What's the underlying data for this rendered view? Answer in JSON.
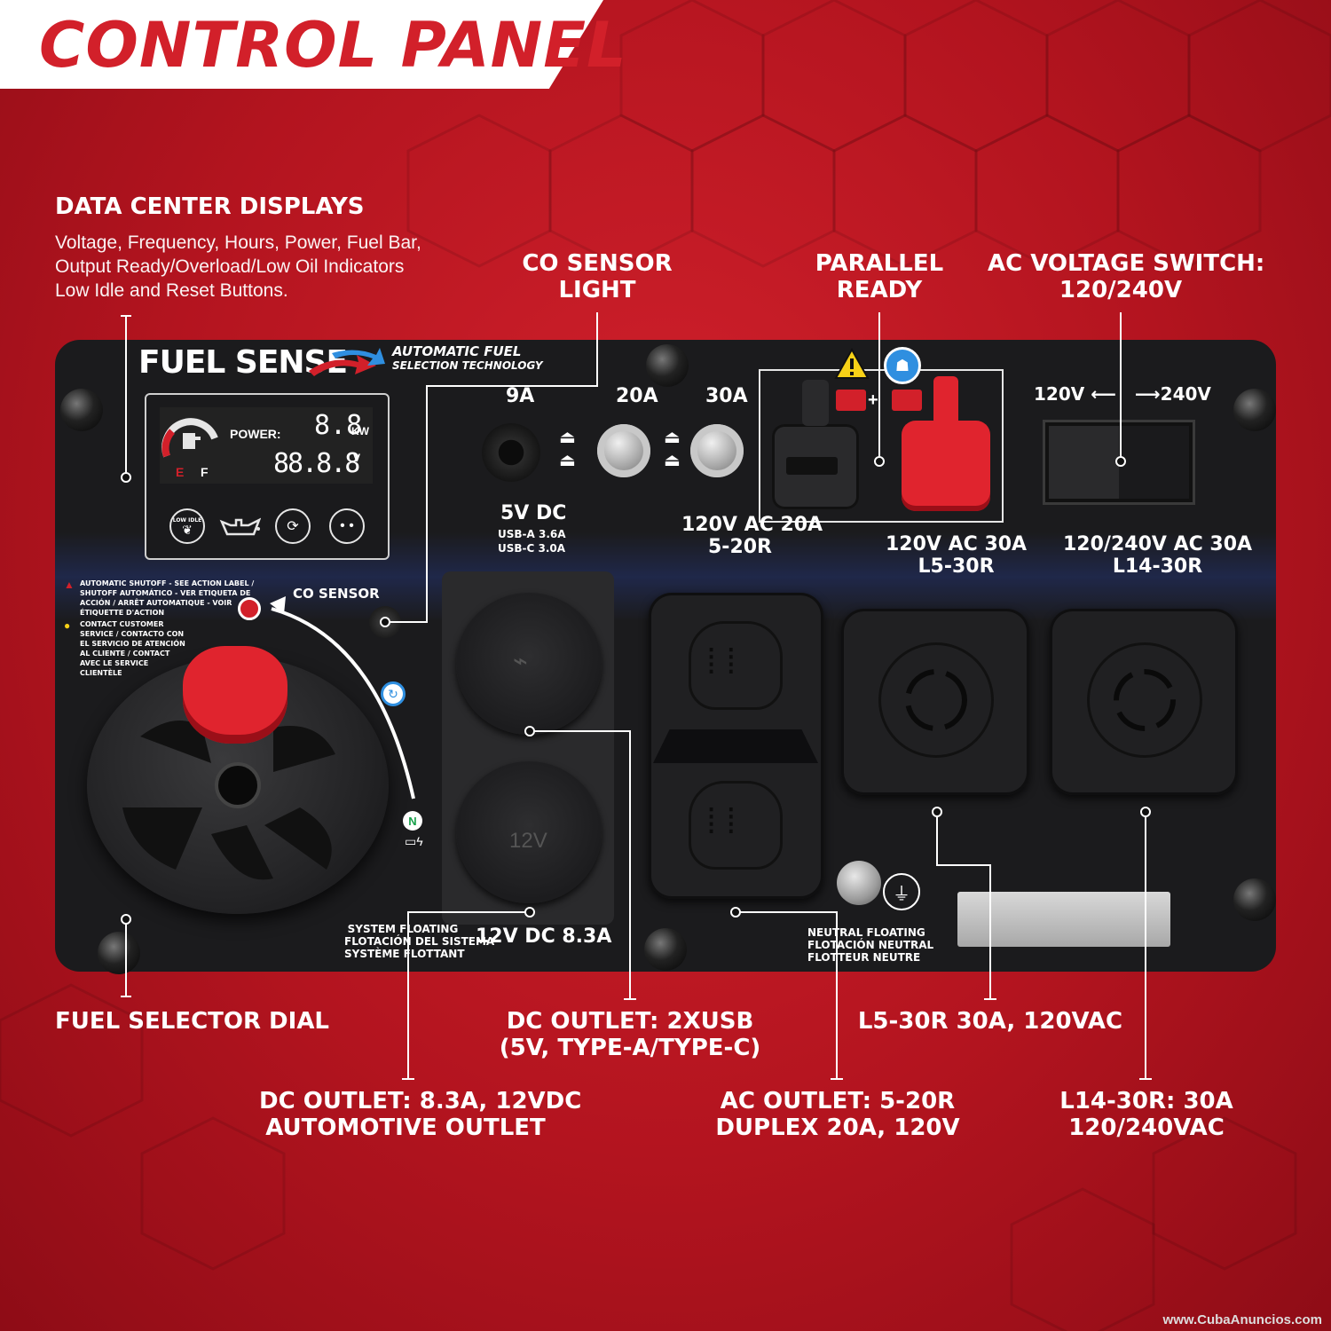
{
  "title": "CONTROL PANEL",
  "callouts": {
    "data_center": {
      "title": "DATA CENTER DISPLAYS",
      "desc": [
        "Voltage, Frequency, Hours, Power, Fuel Bar,",
        "Output Ready/Overload/Low Oil Indicators",
        "Low Idle and Reset Buttons."
      ]
    },
    "co_sensor": [
      "CO SENSOR",
      "LIGHT"
    ],
    "parallel": [
      "PARALLEL",
      "READY"
    ],
    "ac_switch": [
      "AC VOLTAGE SWITCH:",
      "120/240V"
    ],
    "fuel_dial": "FUEL SELECTOR DIAL",
    "dc_usb": [
      "DC OUTLET: 2XUSB",
      "(5V, TYPE-A/TYPE-C)"
    ],
    "l5": "L5-30R 30A, 120VAC",
    "dc_12v": [
      "DC OUTLET: 8.3A, 12VDC",
      "AUTOMOTIVE OUTLET"
    ],
    "ac_520": [
      "AC OUTLET: 5-20R",
      "DUPLEX 20A, 120V"
    ],
    "l14": [
      "L14-30R: 30A",
      "120/240VAC"
    ]
  },
  "panel": {
    "brand": "FUEL SENSE",
    "tagline": [
      "AUTOMATIC FUEL",
      "SELECTION TECHNOLOGY"
    ],
    "display": {
      "power_label": "POWER:",
      "kw_value": "8.8",
      "kw_unit": "KW",
      "volt_value": "88.8.8",
      "volt_unit": "V",
      "gauge_e": "E",
      "gauge_f": "F",
      "buttons": [
        "low-idle",
        "oil",
        "reset",
        "more"
      ],
      "low_idle_text": "LOW IDLE"
    },
    "breakers": [
      "9A",
      "20A",
      "30A"
    ],
    "usb": {
      "title": "5V DC",
      "a": "USB-A 3.6A",
      "c": "USB-C 3.0A"
    },
    "dc12": {
      "label": "12V DC 8.3A",
      "cap_text": "12V"
    },
    "co_label": "CO SENSOR",
    "warnings": [
      "AUTOMATIC SHUTOFF - SEE  ACTION LABEL /",
      "SHUTOFF AUTOMÁTICO - VER ETIQUETA DE",
      "ACCIÓN / ARRÊT AUTOMATIQUE - VOIR",
      "ÉTIQUETTE D'ACTION",
      "CONTACT CUSTOMER",
      "SERVICE / CONTACTO CON",
      "EL SERVICIO DE ATENCIÓN",
      "AL CLIENTE / CONTACT",
      "AVEC LE SERVICE",
      "CLIENTÈLE"
    ],
    "ac20": [
      "120V AC 20A",
      "5-20R"
    ],
    "ac30": [
      "120V  AC 30A",
      "L5-30R"
    ],
    "ac240": [
      "120/240V AC 30A",
      "L14-30R"
    ],
    "switch": {
      "left": "120V",
      "right": "240V"
    },
    "system_floating": [
      "SYSTEM FLOATING",
      "FLOTACIÓN DEL SISTEMA",
      "SYSTÈME FLOTTANT"
    ],
    "neutral_floating": [
      "NEUTRAL FLOATING",
      "FLOTACIÓN NEUTRAL",
      "FLOTTEUR NEUTRE"
    ]
  },
  "watermark": "www.CubaAnuncios.com",
  "colors": {
    "brand_red": "#d2202a",
    "panel": "#1b1b1d",
    "accent_blue": "#2f8fe0"
  }
}
